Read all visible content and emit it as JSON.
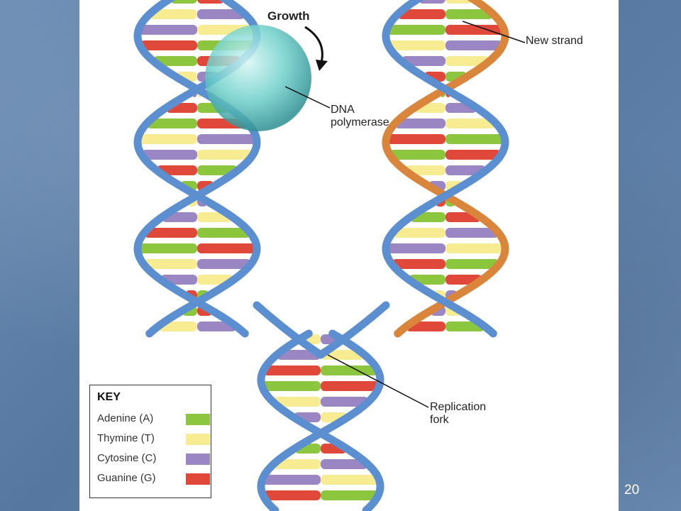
{
  "labels": {
    "growth": "Growth",
    "new_strand": "New strand",
    "dna_polymerase": "DNA polymerase",
    "replication_fork": "Replication fork"
  },
  "key": {
    "title": "KEY",
    "items": [
      {
        "label": "Adenine (A)",
        "color": "#8cc63f"
      },
      {
        "label": "Thymine (T)",
        "color": "#f7ec91"
      },
      {
        "label": "Cytosine (C)",
        "color": "#9b86c4"
      },
      {
        "label": "Guanine (G)",
        "color": "#e0493a"
      }
    ]
  },
  "colors": {
    "old_strand": "#5b8fd0",
    "new_strand": "#d9853b",
    "polymerase": "#5cc7c4"
  },
  "page_number": "20"
}
